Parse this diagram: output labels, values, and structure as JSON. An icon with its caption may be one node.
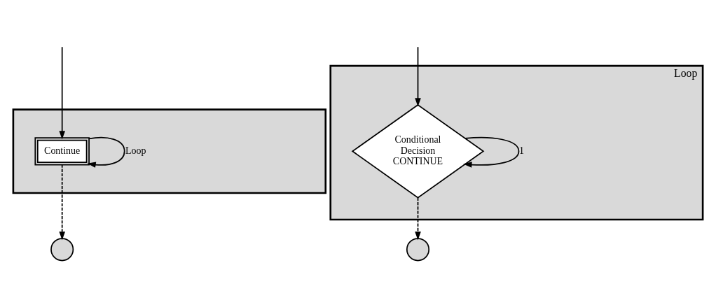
{
  "diagram": {
    "nodes": [
      {
        "text": [],
        "shape": "box"
      },
      {
        "text": [
          "Continue"
        ],
        "in": 0
      },
      {
        "text": [],
        "shape": "circle"
      },
      {
        "text": [
          "Loop"
        ]
      },
      {
        "text": [
          "Conditional Decision CONTINUE"
        ],
        "in": 3
      },
      {
        "text": [],
        "shape": "circle"
      }
    ],
    "edges": [
      {
        "from": null,
        "to": 1,
        "arrow": "to"
      },
      {
        "from": 1,
        "to": 1,
        "arrow": "to",
        "label": "Loop"
      },
      {
        "from": 1,
        "to": 2,
        "arrow": "to",
        "style": "dashed"
      },
      {
        "from": null,
        "to": 4,
        "arrow": "to"
      },
      {
        "from": 4,
        "to": 4,
        "arrow": "to",
        "label": "1"
      },
      {
        "from": 4,
        "to": 5,
        "arrow": "to",
        "style": "dashed"
      }
    ]
  }
}
